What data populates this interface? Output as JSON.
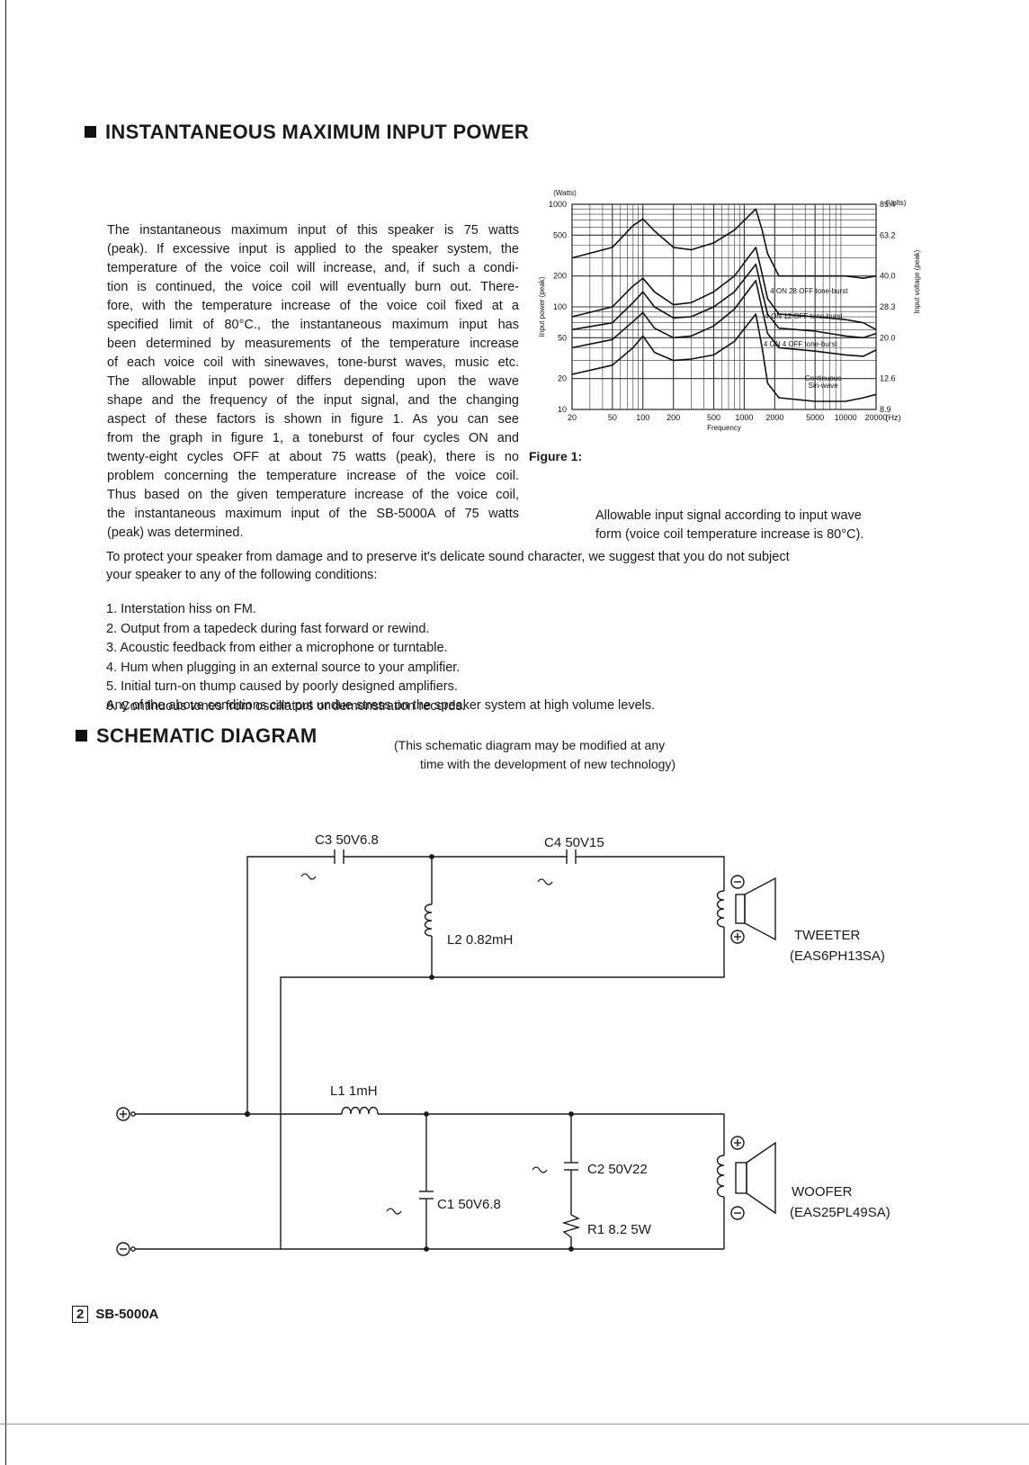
{
  "sections": {
    "power_title": "INSTANTANEOUS MAXIMUM INPUT POWER",
    "schematic_title": "SCHEMATIC DIAGRAM",
    "schematic_note_line1": "(This schematic diagram may be modified at any",
    "schematic_note_line2": "time with the development of new technology)"
  },
  "paragraph_lines": [
    "The instantaneous maximum input of this speaker is 75 watts",
    "(peak). If excessive input is applied to the speaker system, the",
    "temperature of the voice coil will increase, and, if such a condi-",
    "tion is continued, the voice coil will eventually burn out. There-",
    "fore, with the temperature increase of the voice coil fixed at a",
    "specified limit of 80°C., the instantaneous maximum input has",
    "been determined by measurements of the temperature increase",
    "of each voice coil with sinewaves, tone-burst waves, music etc.",
    "The allowable input power differs depending upon the wave",
    "shape and the frequency of the input signal, and the changing",
    "aspect of these factors is shown in figure 1. As you can see",
    "from the graph in figure 1, a toneburst of four cycles ON and",
    "twenty-eight cycles OFF at about 75 watts (peak), there is no",
    "problem concerning the temperature increase of the voice coil.",
    "Thus based on the given temperature increase of the voice coil,",
    "the instantaneous maximum input of the SB-5000A of 75 watts",
    "(peak) was determined."
  ],
  "protect_line1": "To protect your speaker from damage and to preserve it's delicate sound character, we suggest that you do not subject",
  "protect_line2": "your speaker to any of the following conditions:",
  "conditions": [
    "1. Interstation hiss on FM.",
    "2. Output from a tapedeck during fast forward or rewind.",
    "3. Acoustic feedback from either a microphone or turntable.",
    "4. Hum when plugging in an external source to your amplifier.",
    "5. Initial turn-on thump caused by poorly designed amplifiers.",
    "6. Continuous tones from oscillators or demonstration records."
  ],
  "conditions_footer": "Any of the above conditions can put undue stress on the speaker system at high volume levels.",
  "figure": {
    "label": "Figure 1:",
    "caption_line1": "Allowable input signal according to input wave",
    "caption_line2": "form (voice coil temperature increase is 80°C)."
  },
  "chart_data": {
    "type": "line",
    "x_scale": "log",
    "y_scale": "log",
    "xlabel": "Frequency",
    "ylabel": "Input power (peak)",
    "y2label": "Input voltage (peak)",
    "y_unit": "(Watts)",
    "y2_unit": "(Volts)",
    "x_unit": "(Hz)",
    "xlim": [
      20,
      20000
    ],
    "ylim": [
      10,
      1000
    ],
    "x_ticks": [
      "20",
      "50",
      "100",
      "200",
      "500",
      "1000",
      "2000",
      "5000",
      "10000",
      "20000"
    ],
    "y_ticks": [
      "10",
      "20",
      "50",
      "100",
      "200",
      "500",
      "1000"
    ],
    "y2_ticks": [
      {
        "w": 10,
        "label": "8.9"
      },
      {
        "w": 20,
        "label": "12.6"
      },
      {
        "w": 50,
        "label": "20.0"
      },
      {
        "w": 100,
        "label": "28.3"
      },
      {
        "w": 200,
        "label": "40.0"
      },
      {
        "w": 500,
        "label": "63.2"
      },
      {
        "w": 1000,
        "label": "89.4"
      }
    ],
    "grid": true,
    "series": [
      {
        "name": "",
        "x": [
          20,
          50,
          80,
          100,
          130,
          200,
          300,
          500,
          800,
          1300,
          1500,
          1700,
          2200,
          5000,
          10000,
          15000,
          20000
        ],
        "y": [
          300,
          380,
          620,
          720,
          550,
          380,
          360,
          420,
          560,
          900,
          560,
          330,
          200,
          200,
          200,
          190,
          200
        ]
      },
      {
        "name": "4 ON 28 OFF tone-burst",
        "x": [
          20,
          50,
          80,
          100,
          130,
          200,
          300,
          500,
          800,
          1300,
          1500,
          1700,
          2200,
          5000,
          10000,
          15000,
          20000
        ],
        "y": [
          80,
          100,
          160,
          190,
          140,
          105,
          110,
          140,
          200,
          380,
          210,
          120,
          85,
          80,
          75,
          70,
          60
        ]
      },
      {
        "name": "4 ON 12 OFF tone-burst",
        "x": [
          20,
          50,
          80,
          100,
          130,
          200,
          300,
          500,
          800,
          1300,
          1500,
          1700,
          2200,
          5000,
          10000,
          15000,
          20000
        ],
        "y": [
          60,
          70,
          110,
          140,
          100,
          78,
          80,
          100,
          140,
          260,
          140,
          85,
          62,
          58,
          52,
          50,
          55
        ]
      },
      {
        "name": "4 ON 4 OFF tone-burst",
        "x": [
          20,
          50,
          80,
          100,
          130,
          200,
          300,
          500,
          800,
          1300,
          1500,
          1700,
          2200,
          5000,
          10000,
          15000,
          20000
        ],
        "y": [
          40,
          48,
          72,
          88,
          62,
          50,
          52,
          65,
          95,
          180,
          95,
          55,
          40,
          37,
          34,
          33,
          38
        ]
      },
      {
        "name": "Continuous Sin-wave",
        "x": [
          20,
          50,
          80,
          100,
          130,
          200,
          300,
          500,
          800,
          1300,
          1500,
          1700,
          2200,
          5000,
          10000,
          15000,
          20000
        ],
        "y": [
          22,
          27,
          40,
          52,
          36,
          30,
          31,
          34,
          46,
          85,
          40,
          18,
          13,
          12,
          12,
          13,
          14
        ]
      }
    ]
  },
  "schematic": {
    "c3": "C3 50V6.8",
    "c4": "C4 50V15",
    "l2": "L2 0.82mH",
    "l1": "L1 1mH",
    "c1": "C1 50V6.8",
    "c2": "C2 50V22",
    "r1": "R1 8.2 5W",
    "tweeter": "TWEETER",
    "tweeter_model": "(EAS6PH13SA)",
    "woofer": "WOOFER",
    "woofer_model": "(EAS25PL49SA)",
    "plus": "+",
    "minus": "−"
  },
  "footer": {
    "page": "2",
    "model": "SB-5000A"
  }
}
